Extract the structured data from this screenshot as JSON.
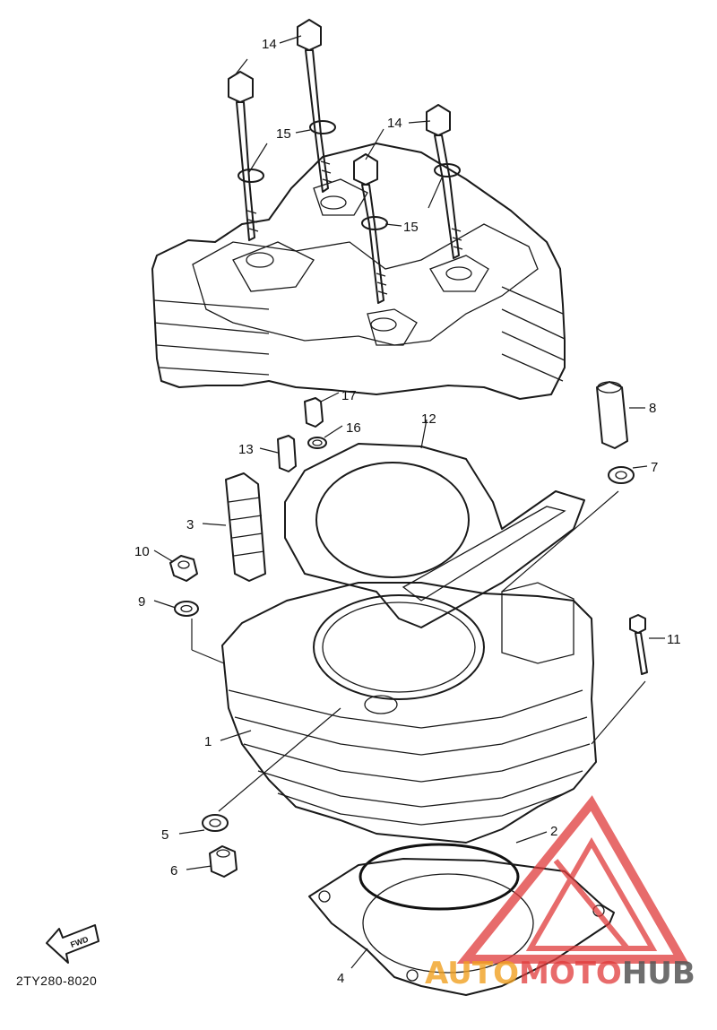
{
  "diagram": {
    "code": "2TY280-8020",
    "fwd_label": "FWD",
    "parts": [
      {
        "num": "1"
      },
      {
        "num": "2"
      },
      {
        "num": "3"
      },
      {
        "num": "4"
      },
      {
        "num": "5"
      },
      {
        "num": "6"
      },
      {
        "num": "7"
      },
      {
        "num": "8"
      },
      {
        "num": "9"
      },
      {
        "num": "10"
      },
      {
        "num": "11"
      },
      {
        "num": "12"
      },
      {
        "num": "13"
      },
      {
        "num": "14"
      },
      {
        "num": "15"
      },
      {
        "num": "16"
      },
      {
        "num": "17"
      }
    ]
  },
  "watermark": {
    "part1": "AUTO",
    "part2": "MOTO",
    "part3": "HUB",
    "colors": {
      "red": "#e03a3a",
      "orange": "#f0a020",
      "dark": "#555555"
    }
  }
}
